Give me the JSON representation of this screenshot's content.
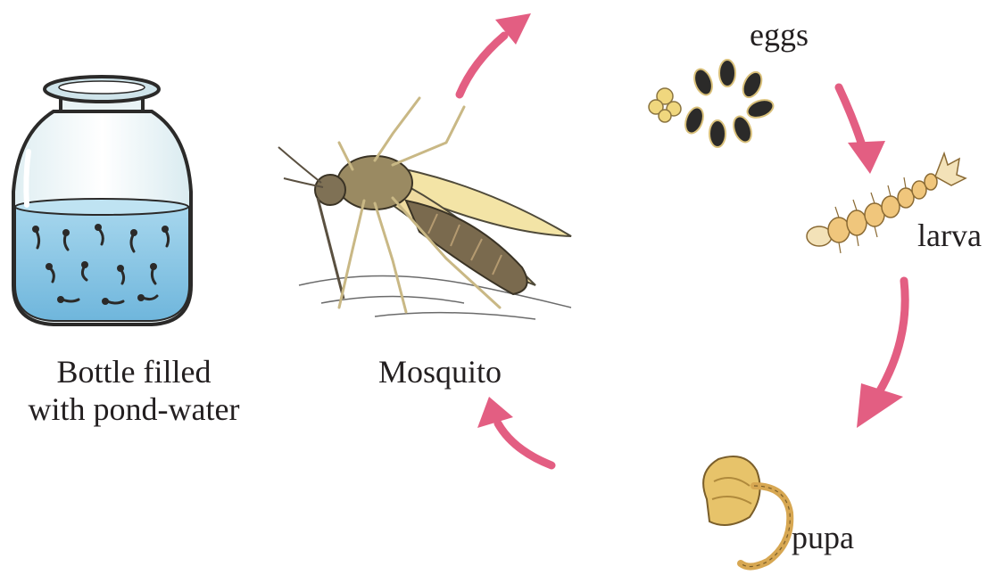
{
  "labels": {
    "bottle": "Bottle filled\nwith pond-water",
    "mosquito": "Mosquito",
    "eggs": "eggs",
    "larva": "larva",
    "pupa": "pupa"
  },
  "colors": {
    "arrow": "#e35e82",
    "water": "#8fc9e6",
    "outline": "#2b2a29",
    "mosquito_body": "#8a7b5a",
    "larva": "#e8b86c",
    "pupa": "#e7c36a"
  }
}
